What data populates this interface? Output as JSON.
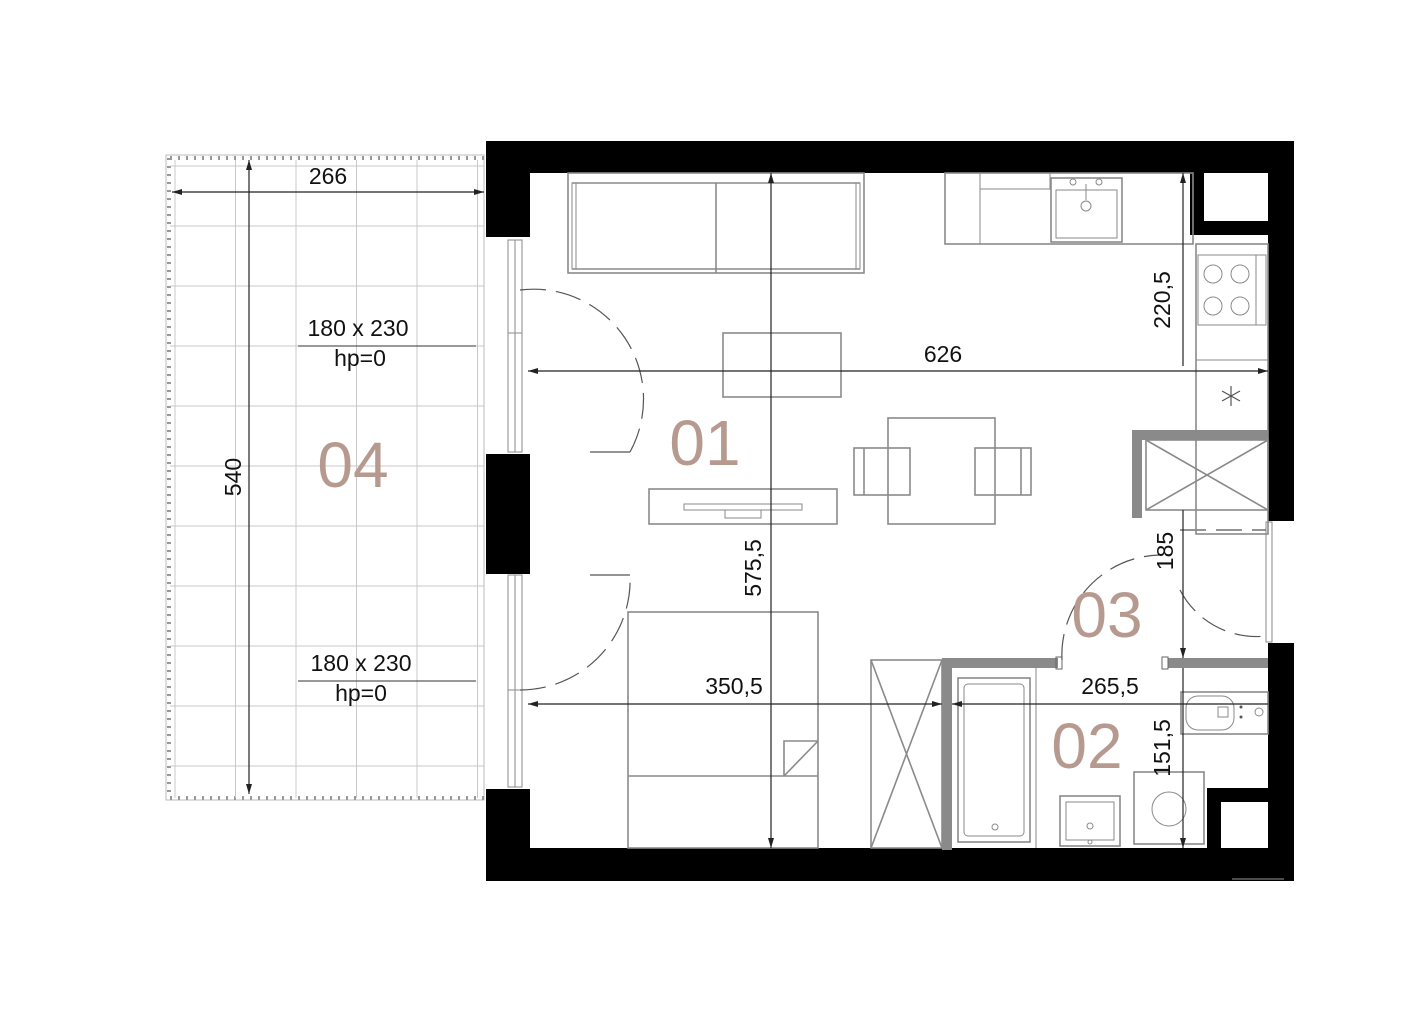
{
  "accent_color": "#b79a8f",
  "rooms": {
    "r01": "01",
    "r02": "02",
    "r03": "03",
    "r04": "04"
  },
  "dimensions": {
    "balcony_width": "266",
    "balcony_depth": "540",
    "width_626": "626",
    "kitchen_220": "220,5",
    "height_575": "575,5",
    "width_350": "350,5",
    "bath_265": "265,5",
    "hall_185": "185",
    "bath_151": "151,5"
  },
  "windows": [
    {
      "size": "180 x 230",
      "hp": "hp=0"
    },
    {
      "size": "180 x 230",
      "hp": "hp=0"
    }
  ],
  "icons": {
    "fridge": "snowflake-icon"
  }
}
